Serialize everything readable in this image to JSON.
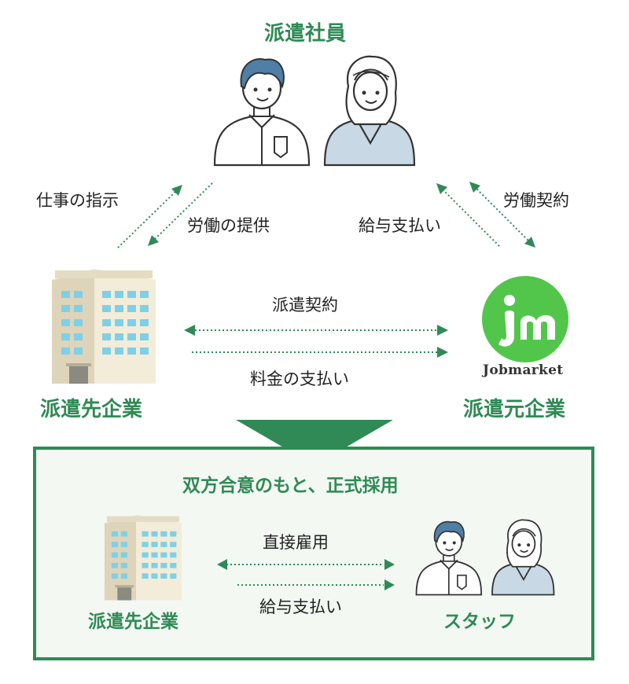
{
  "colors": {
    "accent": "#2f8a55",
    "logo_green": "#52c64a",
    "box_bg": "#f3f8f3"
  },
  "top": {
    "title": "派遣社員"
  },
  "left_arrows": {
    "instruction": "仕事の指示",
    "labor": "労働の提供"
  },
  "right_arrows": {
    "payment": "給与支払い",
    "contract": "労働契約"
  },
  "middle": {
    "dispatch_contract": "派遣契約",
    "fee_payment": "料金の支払い"
  },
  "client_company": {
    "label": "派遣先企業"
  },
  "agency": {
    "label": "派遣元企業",
    "logo_text": "Jobmarket"
  },
  "bottom": {
    "heading": "双方合意のもと、正式採用",
    "direct_employment": "直接雇用",
    "salary_payment": "給与支払い",
    "client_company": "派遣先企業",
    "staff": "スタッフ"
  }
}
